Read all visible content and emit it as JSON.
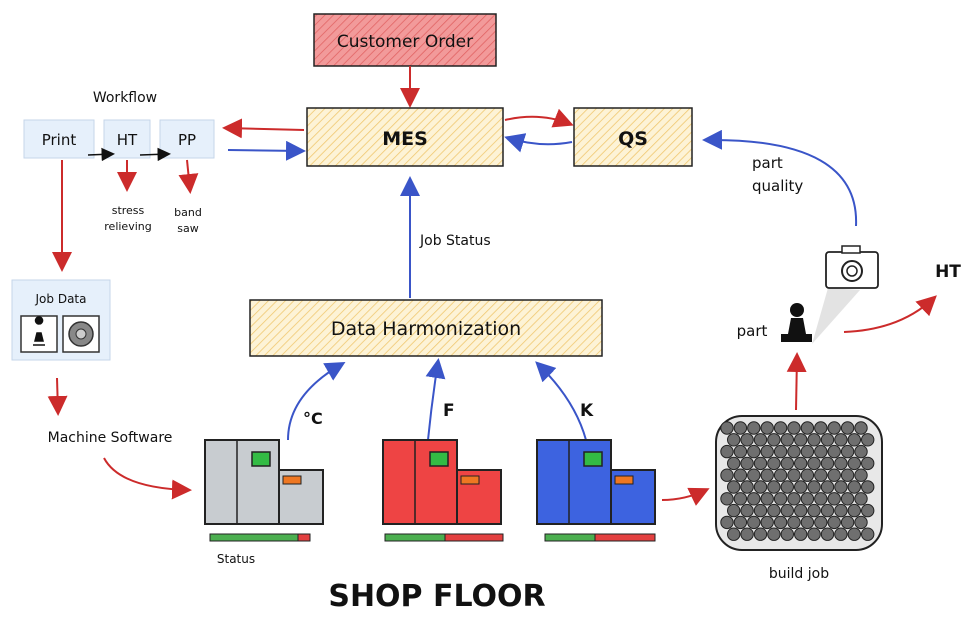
{
  "customer_order": "Customer Order",
  "mes": "MES",
  "qs": "QS",
  "workflow": {
    "title": "Workflow",
    "steps": [
      "Print",
      "HT",
      "PP"
    ],
    "ht_note": [
      "stress",
      "relieving"
    ],
    "pp_note": [
      "band",
      "saw"
    ]
  },
  "job_data": "Job Data",
  "machine_software": "Machine Software",
  "job_status": "Job Status",
  "data_harmonization": "Data Harmonization",
  "machine_labels": [
    "°C",
    "F",
    "K"
  ],
  "status": "Status",
  "shop_floor": "SHOP FLOOR",
  "build_job": "build job",
  "part": "part",
  "part_quality": [
    "part",
    "quality"
  ],
  "ht_out": "HT",
  "colors": {
    "red_arrow": "#cc2b2b",
    "blue_arrow": "#3a55c8",
    "order_fill": "#f28b8b",
    "hatch_fill": "#fbe7b0",
    "step_fill": "#e6f0fb",
    "machine_gray": "#c8ccd0",
    "machine_red": "#ee4444",
    "machine_blue": "#3d63e0",
    "green_bar": "#4caf50"
  }
}
